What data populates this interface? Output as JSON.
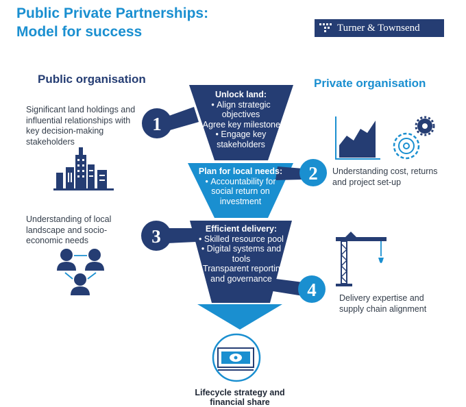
{
  "header": {
    "title_line1": "Public Private Partnerships:",
    "title_line2": "Model for success",
    "logo_text": "Turner & Townsend"
  },
  "columns": {
    "left_heading": "Public organisation",
    "right_heading": "Private organisation"
  },
  "left_items": [
    {
      "text": "Significant land holdings and influential relationships with key decision-making stakeholders",
      "icon": "city-buildings-icon"
    },
    {
      "text": "Understanding of local landscape and socio-economic needs",
      "icon": "people-network-icon"
    }
  ],
  "right_items": [
    {
      "text": "Understanding cost, returns and project set-up",
      "icon": "chart-and-gears-icon"
    },
    {
      "text": "Delivery expertise and supply chain alignment",
      "icon": "crane-icon"
    }
  ],
  "stages": [
    {
      "number": "1",
      "heading": "Unlock land:",
      "bullets": [
        "Align strategic objectives",
        "Agree key milestones",
        "Engage key stakeholders"
      ]
    },
    {
      "number": "2",
      "heading": "Plan for local needs:",
      "bullets": [
        "Accountability for social return on investment"
      ]
    },
    {
      "number": "3",
      "heading": "Efficient delivery:",
      "bullets": [
        "Skilled resource pool",
        "Digital systems and tools",
        "Transparent reporting and governance"
      ]
    },
    {
      "number": "4",
      "heading": "",
      "bullets": []
    }
  ],
  "outcome": {
    "label": "Lifecycle strategy and financial share",
    "icon": "banknote-icon"
  },
  "colors": {
    "navy": "#253d73",
    "blue": "#1a8fd0",
    "text": "#333d4a"
  }
}
